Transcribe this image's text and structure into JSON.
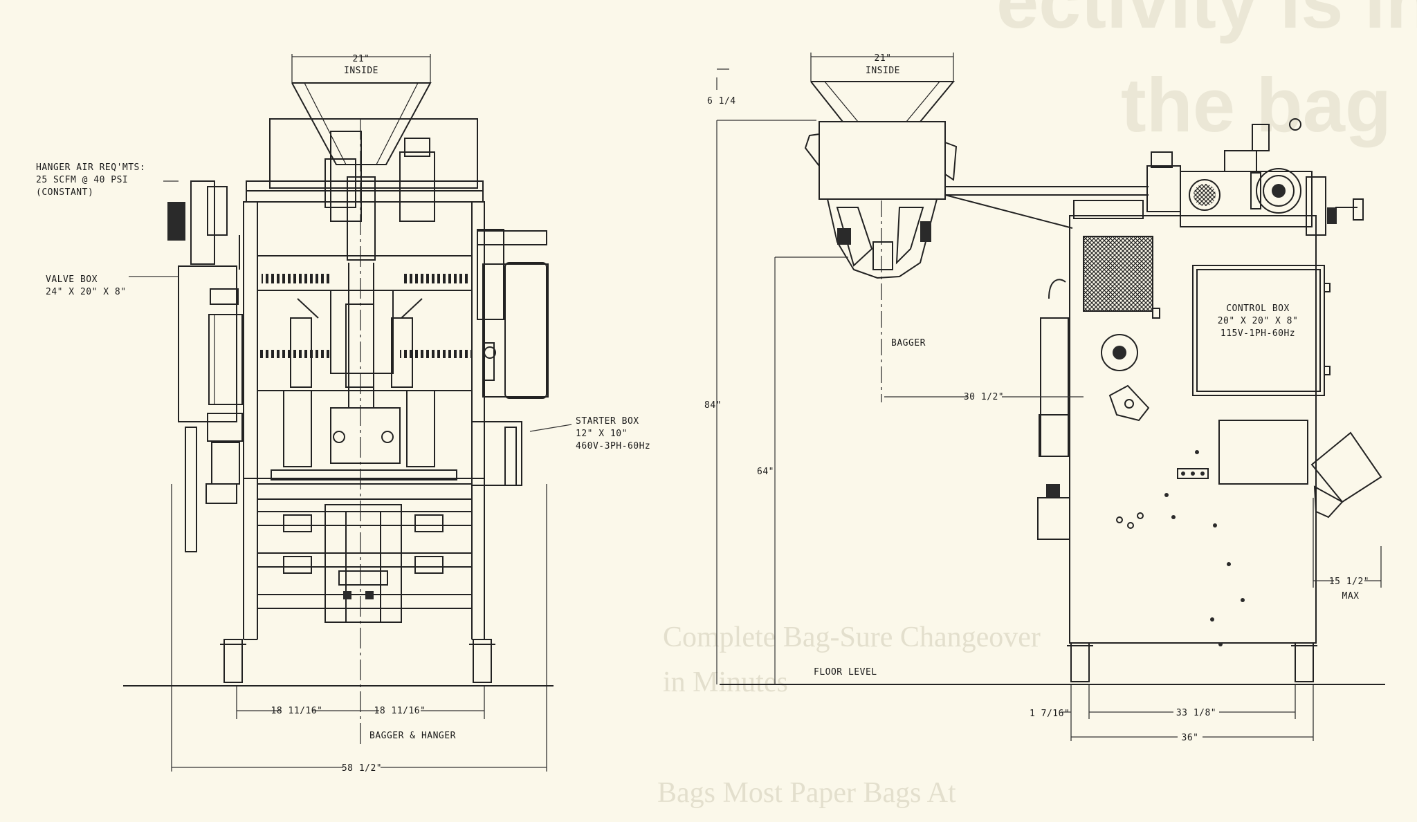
{
  "background_text": {
    "heading_fragment_1": "ectivity is in",
    "heading_fragment_2": "the bag",
    "body_line_1": "Complete Bag-Sure Changeover",
    "body_line_2": "in Minutes",
    "body_line_3": "Bags Most Paper Bags At"
  },
  "front_view": {
    "hopper_width": "21\"",
    "hopper_inside": "INSIDE",
    "hanger_air_line1": "HANGER AIR REQ'MTS:",
    "hanger_air_line2": "25 SCFM @ 40 PSI",
    "hanger_air_line3": "(CONSTANT)",
    "valve_box_line1": "VALVE BOX",
    "valve_box_line2": "24\" X 20\" X 8\"",
    "starter_box_line1": "STARTER BOX",
    "starter_box_line2": "12\" X 10\"",
    "starter_box_line3": "460V-3PH-60Hz",
    "dim_left": "18 11/16\"",
    "dim_right": "18 11/16\"",
    "centerline_label": "BAGGER & HANGER",
    "dim_overall": "58 1/2\""
  },
  "side_view": {
    "hopper_width": "21\"",
    "hopper_inside": "INSIDE",
    "dim_top": "6 1/4",
    "dim_total_height": "84\"",
    "dim_spout_height": "64\"",
    "centerline_label": "BAGGER",
    "dim_offset": "30 1/2\"",
    "control_box_line1": "CONTROL BOX",
    "control_box_line2": "20\" X 20\" X 8\"",
    "control_box_line3": "115V-1PH-60Hz",
    "floor_level": "FLOOR LEVEL",
    "dim_leg": "1 7/16\"",
    "dim_inner": "33 1/8\"",
    "dim_base": "36\"",
    "dim_max": "15 1/2\"",
    "max_label": "MAX"
  }
}
